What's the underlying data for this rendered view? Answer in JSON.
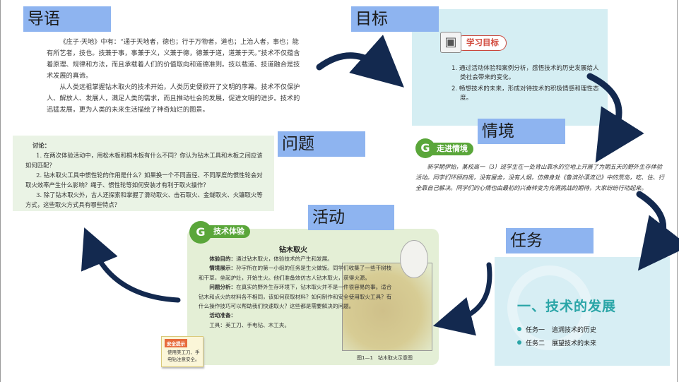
{
  "labels": {
    "intro": "导语",
    "goal": "目标",
    "scene": "情境",
    "question": "问题",
    "activity": "活动",
    "task": "任务"
  },
  "intro": {
    "p1": "《庄子·天地》中有：“通于天地者，德也；行于万物者，道也；上治人者，事也；能有所艺者，技也。技兼于事，事兼于义，义兼于德，德兼于道，道兼于天。”技术不仅蕴含着原理、规律和方法，而且承载着人们的价值取向和道德准则。技以载道、技道融合是技术发展的真谛。",
    "p2": "从人类远祖掌握钻木取火的技术开始，人类历史便掀开了文明的序幕。技术不仅保护人、解放人、发展人，满足人类的需求，而且推动社会的发展，促进文明的进步。技术的迅猛发展，更为人类的未来生活描绘了神奇灿烂的图景。"
  },
  "goal": {
    "badge": "学习目标",
    "items": [
      "1. 通过活动体验和案例分析，感悟技术的历史发展给人类社会带来的变化。",
      "2. 畅想技术的未来，形成对待技术的积极情感和理性态度。"
    ]
  },
  "discussion": {
    "title": "讨论：",
    "items": [
      "1. 在两次体验活动中，用松木板和桐木板有什么不同？你认为钻木工具和木板之间应该如何匹配？",
      "2. 钻木取火工具中惯性轮的作用是什么？如果换一个不同直径、不同厚度的惯性轮会对取火效率产生什么影响？绳子、惯性轮等如何安装才有利于取火操作？",
      "3. 除了钻木取火外，古人还探索和掌握了滑动取火、击石取火、金燧取火、火镰取火等方式，这些取火方式具有哪些特点？"
    ]
  },
  "scene": {
    "badge": "走进情境",
    "text": "新学期伊始，某校高一（3）班学生在一处背山靠水的空地上开展了为期五天的野外生存体验活动。同学们环顾四周，没有屋舍，没有人烟，仿佛身处《鲁滨孙漂流记》中的荒岛，吃、住、行全靠自己解决。同学们的心情也由最初的兴奋转变为充满挑战的期待，大家纷纷行动起来。"
  },
  "activity": {
    "badge": "技术体验",
    "title": "钻木取火",
    "purpose_label": "体验目的：",
    "purpose": "通过钻木取火，体验技术的产生和发展。",
    "scenario_label": "情境展示：",
    "scenario": "孙宇所在的第一小组的任务是生火做饭。同学们收集了一些干树枝和干草，垒起炉灶，开始生火。他们准备效仿古人钻木取火，获得火源。",
    "analysis_label": "问题分析：",
    "analysis": "在真实的野外生存环境下，钻木取火并不是一件很容易的事。适合钻木和点火的材料各不相同，该如何获取材料？如何制作和安全使用取火工具？有什么操作技巧可以帮助我们快速取火？这些都是需要解决的问题。",
    "prep_label": "活动准备：",
    "tools": "工具：美工刀、手电钻、木工夹。",
    "caption": "图1—1　钻木取火示意图",
    "safety_tag": "安全提示",
    "safety_text": "使用美工刀、手电钻注意安全。"
  },
  "task": {
    "heading": "一、技术的发展",
    "items": [
      {
        "key": "任务一",
        "text": "追溯技术的历史"
      },
      {
        "key": "任务二",
        "text": "展望技术的未来"
      }
    ]
  },
  "colors": {
    "label_bg": "#8eb4f0",
    "arrow": "#13294f",
    "goal_bg": "#d5eef3",
    "discussion_bg": "#eaf3e5",
    "activity_bg": "#e4efd6",
    "task_accent": "#2aa5a7"
  }
}
